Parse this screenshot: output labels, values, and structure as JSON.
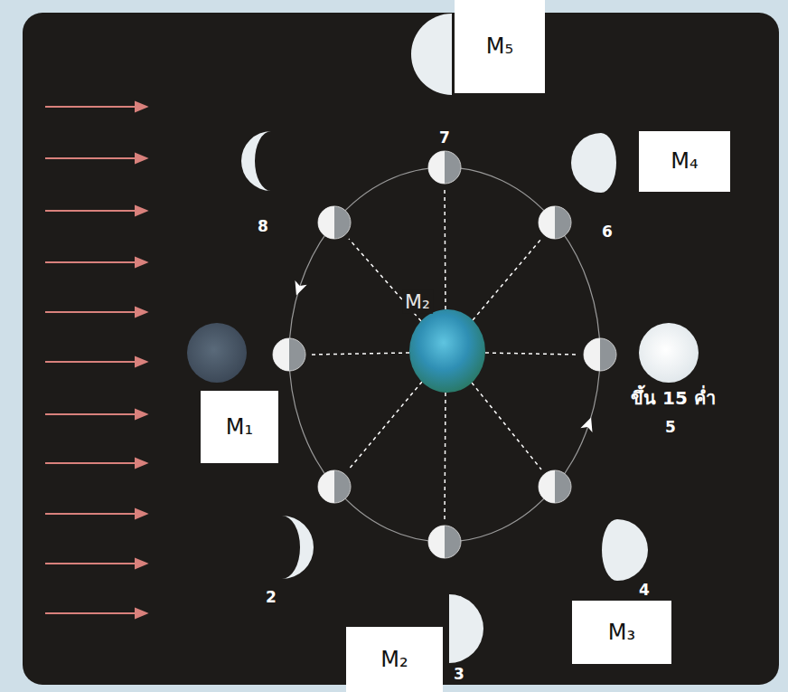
{
  "diagram": {
    "nodes": [
      {
        "text": [
          "M₅"
        ]
      },
      {
        "text": [
          "M₄"
        ]
      },
      {
        "text": [
          "M₁"
        ]
      },
      {
        "text": [
          "M₃"
        ]
      },
      {
        "text": [
          "M₂"
        ]
      }
    ],
    "labels": [
      "7",
      "8",
      "6",
      "M₂",
      "ขึ้น 15 ค่ำ",
      "5",
      "4",
      "2",
      "3"
    ]
  }
}
